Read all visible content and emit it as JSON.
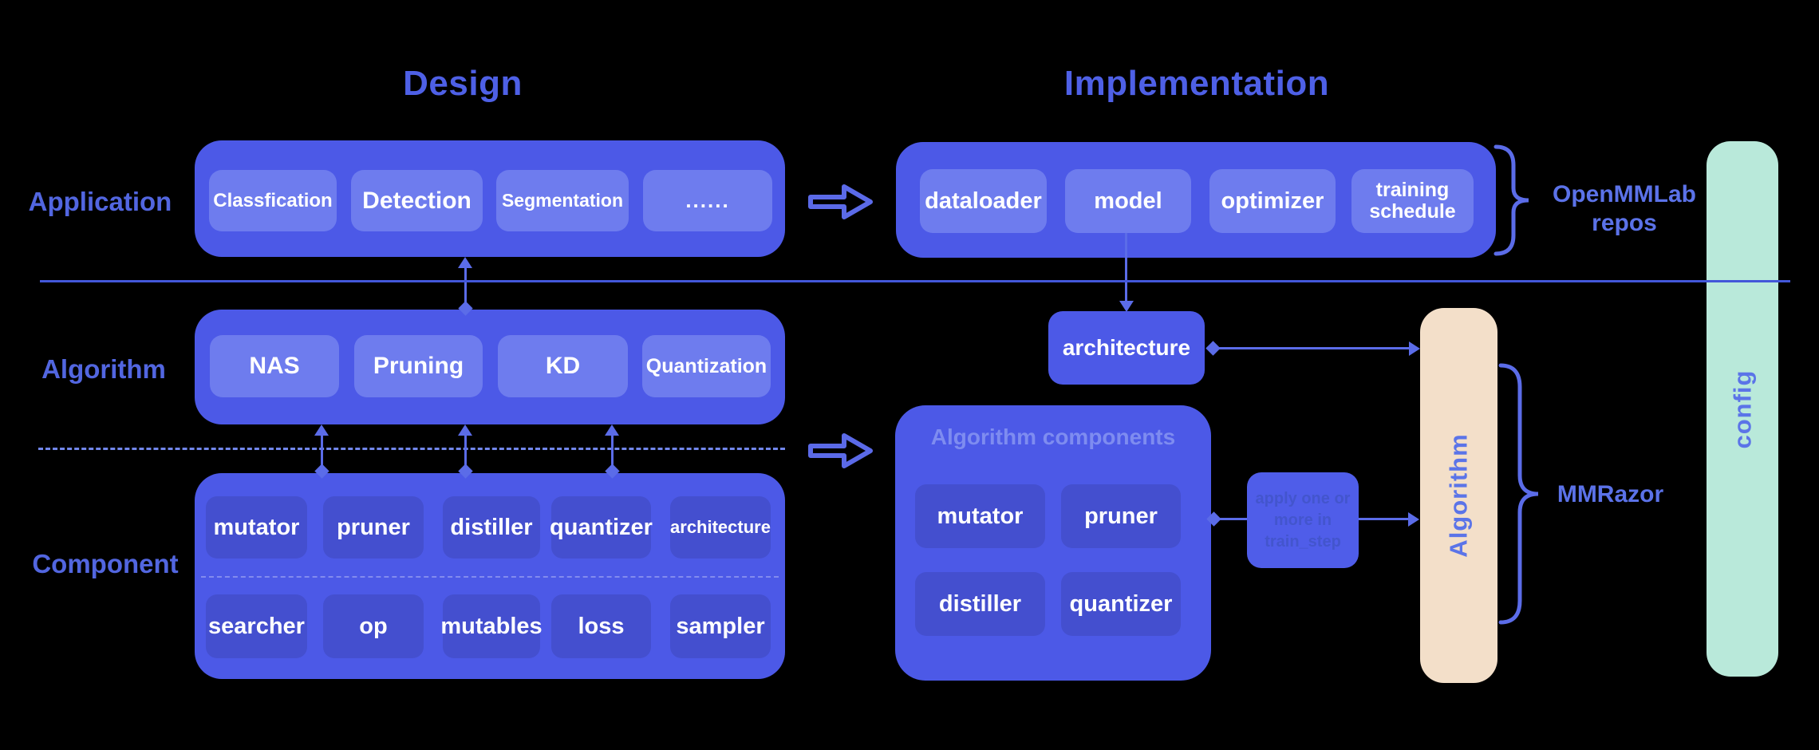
{
  "titles": {
    "design": "Design",
    "implementation": "Implementation"
  },
  "row_labels": {
    "application": "Application",
    "algorithm": "Algorithm",
    "component": "Component"
  },
  "design": {
    "application_items": [
      "Classfication",
      "Detection",
      "Segmentation",
      "......"
    ],
    "algorithm_items": [
      "NAS",
      "Pruning",
      "KD",
      "Quantization"
    ],
    "component_row1": [
      "mutator",
      "pruner",
      "distiller",
      "quantizer",
      "architecture"
    ],
    "component_row2": [
      "searcher",
      "op",
      "mutables",
      "loss",
      "sampler"
    ]
  },
  "implementation": {
    "pipeline_items": [
      "dataloader",
      "model",
      "optimizer",
      "training schedule"
    ],
    "architecture_label": "architecture",
    "algorithm_components": {
      "title": "Algorithm components",
      "items": [
        "mutator",
        "pruner",
        "distiller",
        "quantizer"
      ]
    },
    "apply_note": "apply one or more in train_step",
    "algorithm_bar_label": "Algorithm",
    "config_bar_label": "config"
  },
  "annotations": {
    "openmmlab": "OpenMMLab repos",
    "mmrazor": "MMRazor"
  },
  "colors": {
    "background": "#000000",
    "panel_blue": "#4c59e7",
    "panel_blue_light": "#6e7cee",
    "accent_blue": "#5b6ce8",
    "label_blue": "#5266e0",
    "annotation_blue": "#5b72e8",
    "components_title": "#7e8cf0",
    "apply_note_text": "#4355cd",
    "algorithm_bar": "#f3dfc9",
    "config_bar": "#b9e9da",
    "text_white": "#ffffff"
  }
}
